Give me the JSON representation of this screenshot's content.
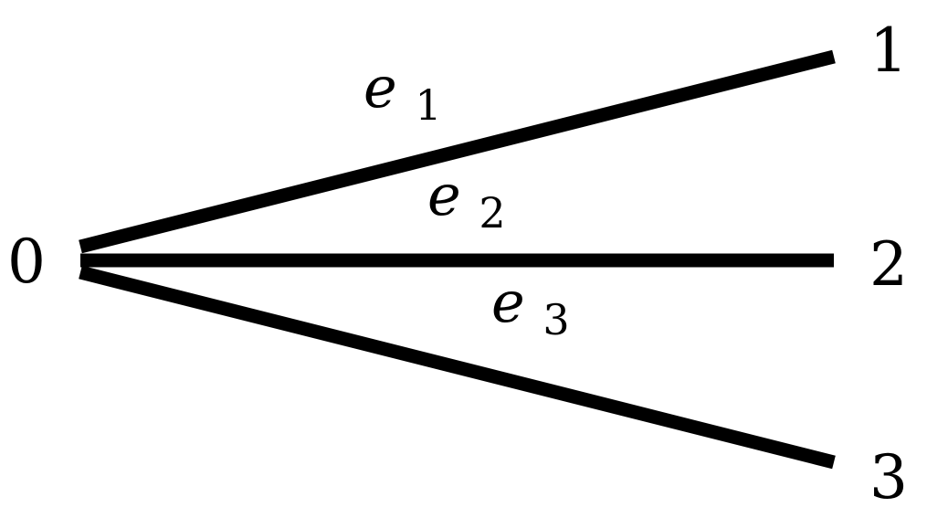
{
  "diagram": {
    "nodes": [
      {
        "id": "n0",
        "label": "0"
      },
      {
        "id": "n1",
        "label": "1"
      },
      {
        "id": "n2",
        "label": "2"
      },
      {
        "id": "n3",
        "label": "3"
      }
    ],
    "edges": [
      {
        "id": "e1",
        "from": "0",
        "to": "1",
        "label_base": "e",
        "label_sub": "1"
      },
      {
        "id": "e2",
        "from": "0",
        "to": "2",
        "label_base": "e",
        "label_sub": "2"
      },
      {
        "id": "e3",
        "from": "0",
        "to": "3",
        "label_base": "e",
        "label_sub": "3"
      }
    ],
    "colors": {
      "stroke": "#000000",
      "background": "#ffffff"
    }
  }
}
